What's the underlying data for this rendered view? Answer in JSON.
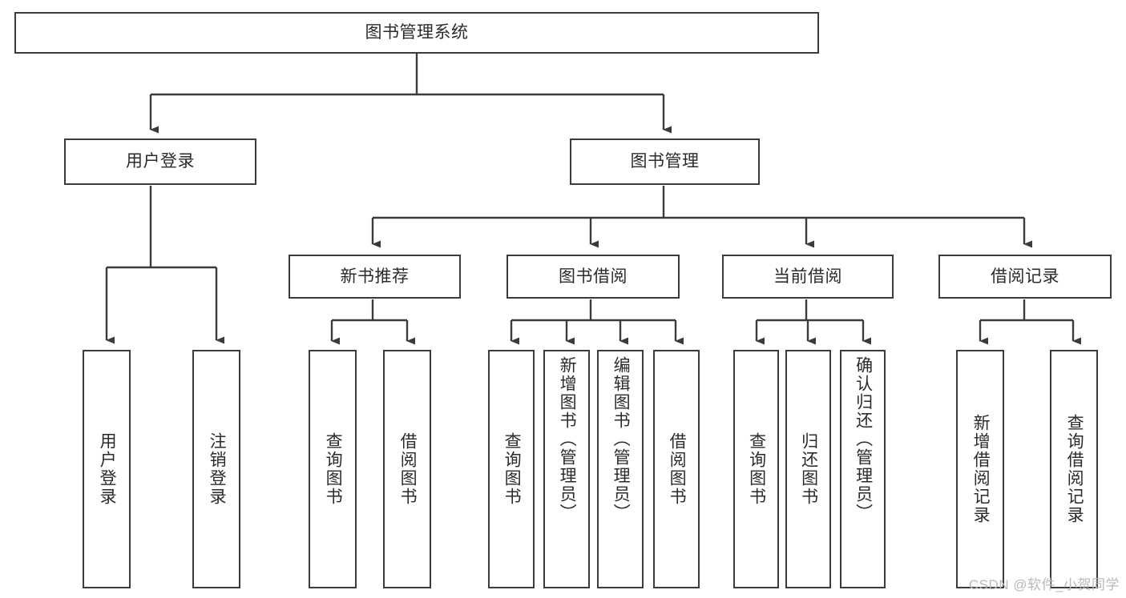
{
  "diagram": {
    "type": "tree-hierarchy-chart",
    "title": "图书管理系统",
    "line_color": "#3b3b3b",
    "box_fill": "#ffffff",
    "text_color": "#2b2b2b",
    "root": {
      "label": "图书管理系统"
    },
    "level2": [
      {
        "label": "用户登录"
      },
      {
        "label": "图书管理"
      }
    ],
    "level3": [
      {
        "label": "新书推荐"
      },
      {
        "label": "图书借阅"
      },
      {
        "label": "当前借阅"
      },
      {
        "label": "借阅记录"
      }
    ],
    "leaves": {
      "user_login": [
        {
          "label": "用户登录"
        },
        {
          "label": "注销登录"
        }
      ],
      "new_book_recommend": [
        {
          "label": "查询图书"
        },
        {
          "label": "借阅图书"
        }
      ],
      "book_borrow": [
        {
          "label": "查询图书"
        },
        {
          "label": "新增图书（管理员）"
        },
        {
          "label": "编辑图书（管理员）"
        },
        {
          "label": "借阅图书"
        }
      ],
      "current_borrow": [
        {
          "label": "查询图书"
        },
        {
          "label": "归还图书"
        },
        {
          "label": "确认归还（管理员）"
        }
      ],
      "borrow_record": [
        {
          "label": "新增借阅记录"
        },
        {
          "label": "查询借阅记录"
        }
      ]
    }
  },
  "watermark": {
    "text": "CSDN @软件_小贺同学"
  }
}
